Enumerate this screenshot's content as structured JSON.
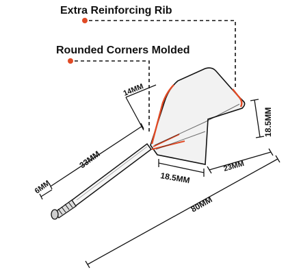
{
  "callouts": {
    "rib": "Extra Reinforcing Rib",
    "corners": "Rounded Corners Molded"
  },
  "dimensions": {
    "stem_width": "14MM",
    "shaft_length": "33MM",
    "tip_length": "6MM",
    "flight_height": "18.5MM",
    "flight_base": "18.5MM",
    "flight_tail": "23MM",
    "overall_length": "80MM"
  },
  "colors": {
    "accent": "#e04a25",
    "line": "#111111",
    "fill": "#f2f2f2"
  }
}
